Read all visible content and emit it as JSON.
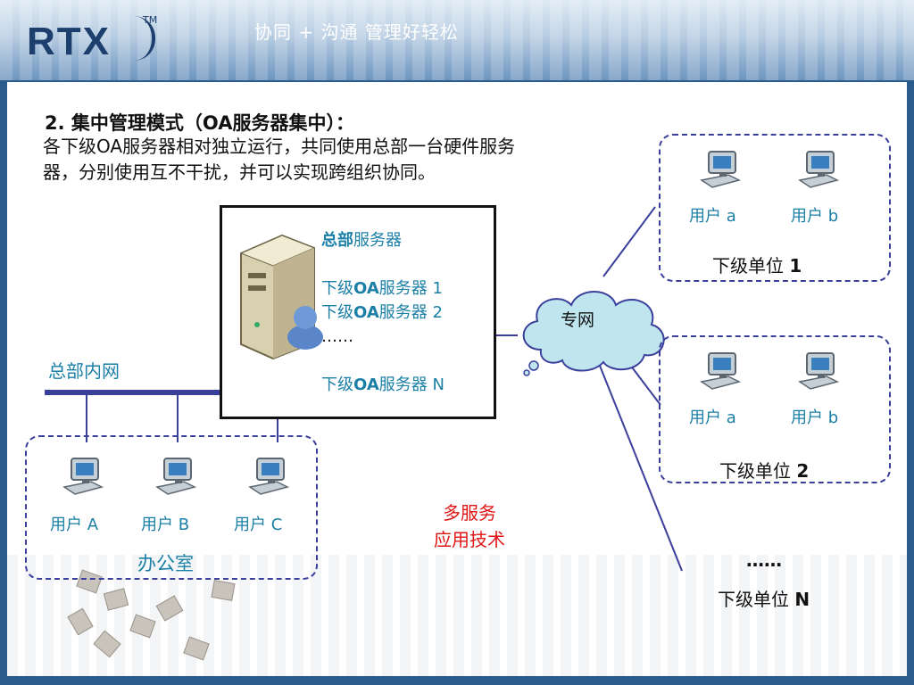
{
  "header": {
    "logo": "RTX",
    "trademark": "TM",
    "slogan": "协同 + 沟通  管理好轻松"
  },
  "slide": {
    "title": "2. 集中管理模式（OA服务器集中）：",
    "description": "各下级OA服务器相对独立运行，共同使用总部一台硬件服务器，分别使用互不干扰，并可以实现跨组织协同。",
    "server_box": {
      "hq_prefix": "总部",
      "hq_suffix": "服务器",
      "sub1_prefix": "下级",
      "sub1_bold": "OA",
      "sub1_suffix": "服务器 1",
      "sub2_prefix": "下级",
      "sub2_bold": "OA",
      "sub2_suffix": "服务器 2",
      "ellipsis": "……",
      "subn_prefix": "下级",
      "subn_bold": "OA",
      "subn_suffix": "服务器 N"
    },
    "intranet_label": "总部内网",
    "office": {
      "label": "办公室",
      "users": [
        "用户 A",
        "用户 B",
        "用户 C"
      ]
    },
    "network_label": "专网",
    "units": [
      {
        "users": [
          "用户 a",
          "用户 b"
        ],
        "name_prefix": "下级单位 ",
        "name_num": "1"
      },
      {
        "users": [
          "用户 a",
          "用户 b"
        ],
        "name_prefix": "下级单位 ",
        "name_num": "2"
      }
    ],
    "unit_n": {
      "ellipsis": "……",
      "name_prefix": "下级单位 ",
      "name_num": "N"
    },
    "tech_label_line1": "多服务",
    "tech_label_line2": "应用技术"
  },
  "colors": {
    "accent_teal": "#1b7fa6",
    "line_navy": "#3b3f9c",
    "tech_red": "#e01616"
  }
}
